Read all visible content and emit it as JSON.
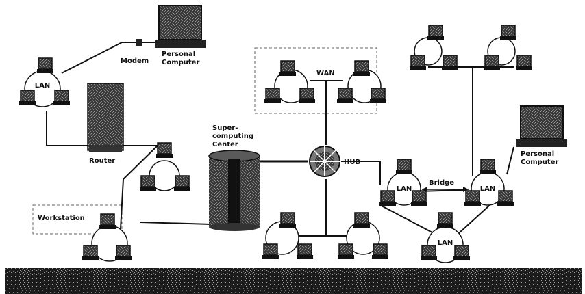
{
  "labels": {
    "modem": "Modem",
    "personal_computer_top_1": "Personal",
    "personal_computer_top_2": "Computer",
    "lan_top_left": "LAN",
    "router": "Router",
    "workstation": "Workstation",
    "super_1": "Super-",
    "super_2": "computing",
    "super_3": "Center",
    "wan": "WAN",
    "hub": "HUB",
    "lan_bridge_left": "LAN",
    "lan_bridge_right": "LAN",
    "lan_bottom_right": "LAN",
    "bridge": "Bridge",
    "personal_computer_right_1": "Personal",
    "personal_computer_right_2": "Computer"
  },
  "colors": {
    "ink": "#111111",
    "screen": "#2a2a2a",
    "device_fill": "#4a4a4a",
    "band": "#202020"
  }
}
